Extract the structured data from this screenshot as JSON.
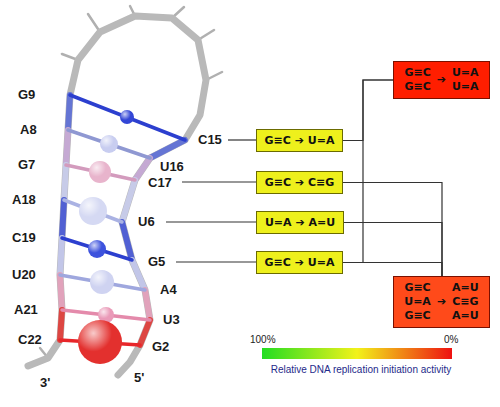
{
  "diagram": {
    "nodes": [
      {
        "text": [
          "G≡C ➔ U=A"
        ]
      },
      {
        "text": [
          "G≡C ➔ C≡G"
        ]
      },
      {
        "text": [
          "U=A ➔ A=U"
        ]
      },
      {
        "text": [
          "G≡C ➔ U=A"
        ]
      },
      {
        "text": [
          "G≡C G≡C",
          "➔",
          "U=A U=A"
        ]
      },
      {
        "text": [
          "G≡C U=A G≡C",
          "➔",
          "A=U C≡G A=U"
        ]
      }
    ],
    "edges": [
      {
        "from": 0,
        "to": 4,
        "arrow": "none"
      },
      {
        "from": 3,
        "to": 4,
        "arrow": "none"
      },
      {
        "from": 1,
        "to": 5,
        "arrow": "none"
      },
      {
        "from": 2,
        "to": 5,
        "arrow": "none"
      },
      {
        "from": 3,
        "to": 5,
        "arrow": "none"
      }
    ],
    "labels": [
      "G9",
      "A8",
      "G7",
      "A18",
      "C19",
      "U20",
      "A21",
      "C22",
      "3'",
      "C15",
      "U16",
      "C17",
      "U6",
      "G5",
      "A4",
      "U3",
      "G2",
      "5'",
      "100%",
      "0%"
    ],
    "legend": [
      {
        "text": "Relative DNA replication initiation activity"
      }
    ]
  }
}
